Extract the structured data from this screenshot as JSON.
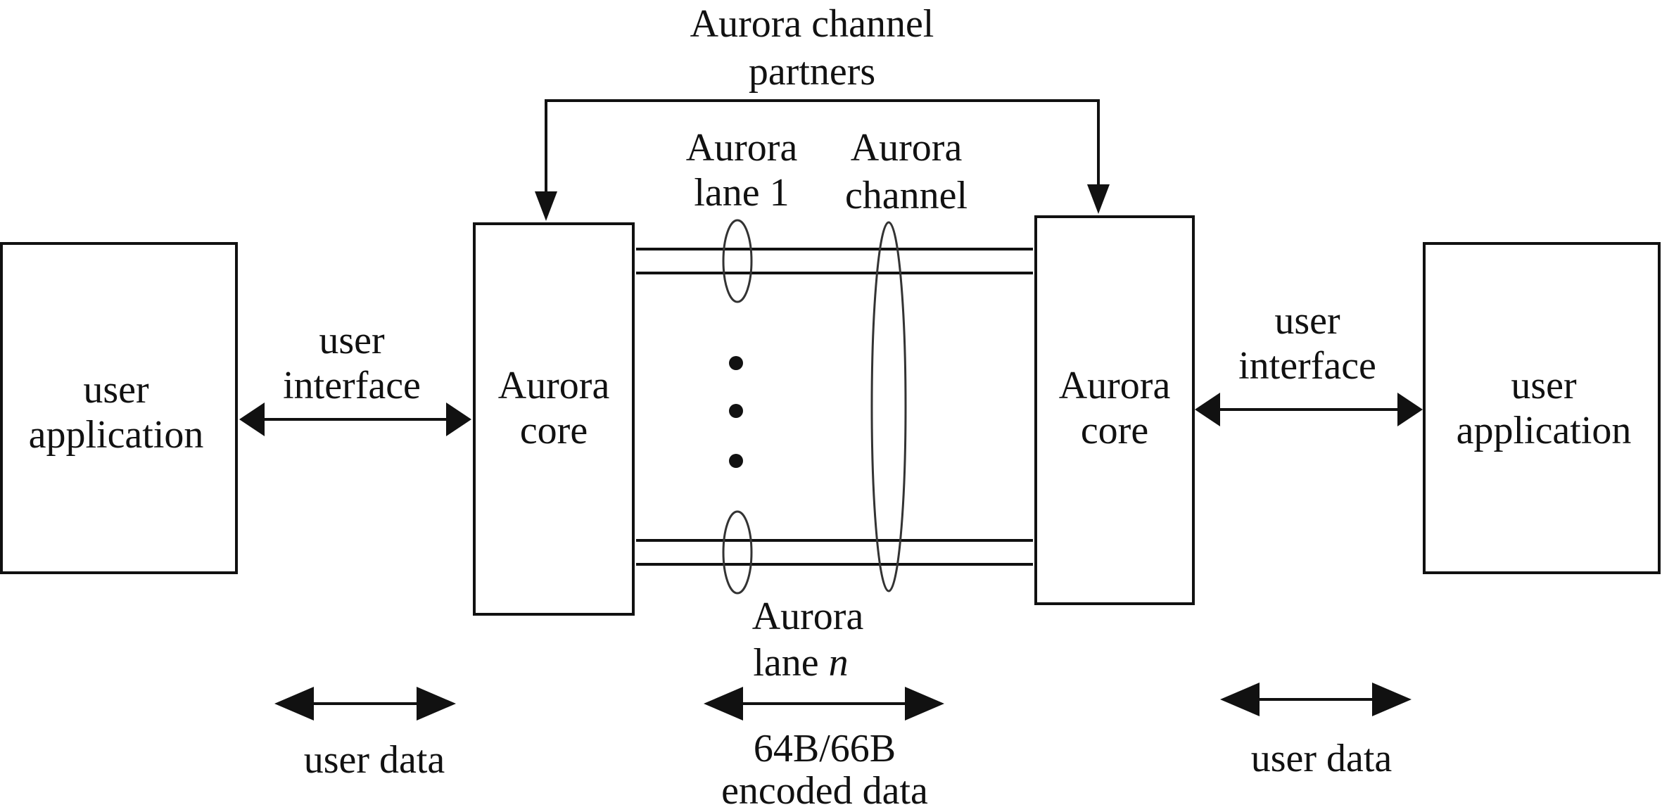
{
  "labels": {
    "channel_partners_line1": "Aurora channel",
    "channel_partners_line2": "partners",
    "lane1_line1": "Aurora",
    "lane1_line2": "lane 1",
    "channel_line1": "Aurora",
    "channel_line2": "channel",
    "lane_n_line1": "Aurora",
    "lane_n_line2_prefix": "lane ",
    "lane_n_line2_var": "n",
    "encoded_line1": "64B/66B",
    "encoded_line2": "encoded data"
  },
  "left": {
    "app_line1": "user",
    "app_line2": "application",
    "iface_line1": "user",
    "iface_line2": "interface",
    "core_line1": "Aurora",
    "core_line2": "core",
    "data_label": "user data"
  },
  "right": {
    "app_line1": "user",
    "app_line2": "application",
    "iface_line1": "user",
    "iface_line2": "interface",
    "core_line1": "Aurora",
    "core_line2": "core",
    "data_label": "user data"
  }
}
